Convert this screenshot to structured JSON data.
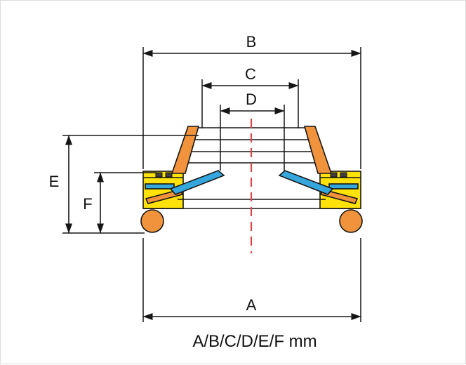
{
  "caption": "A/B/C/D/E/F mm",
  "labels": {
    "a": "A",
    "b": "B",
    "c": "C",
    "d": "D",
    "e": "E",
    "f": "F"
  },
  "colors": {
    "case_yellow": "#ffe20a",
    "elastomer_orange": "#f0933c",
    "seal_blue": "#35a7dc",
    "centerline_red": "#d94848",
    "outline": "#161616"
  }
}
